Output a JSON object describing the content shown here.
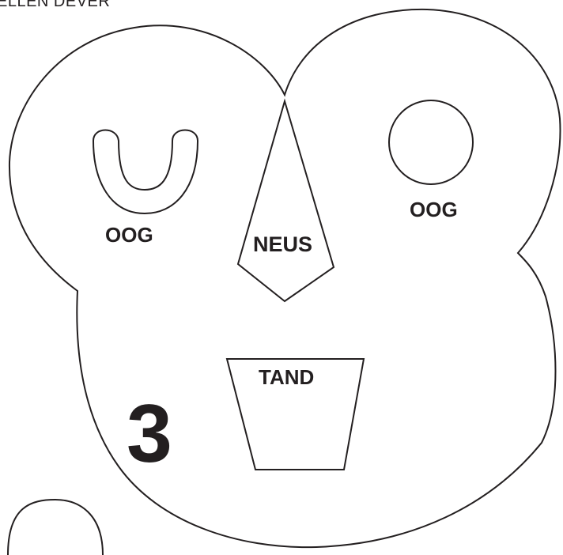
{
  "page": {
    "credit_text": "ELLEN DEVER",
    "page_number": "3",
    "ink_color": "#231f20",
    "paper_color": "#ffffff"
  },
  "labels": {
    "left_eye": "OOG",
    "right_eye": "OOG",
    "nose": "NEUS",
    "tooth": "TAND"
  }
}
